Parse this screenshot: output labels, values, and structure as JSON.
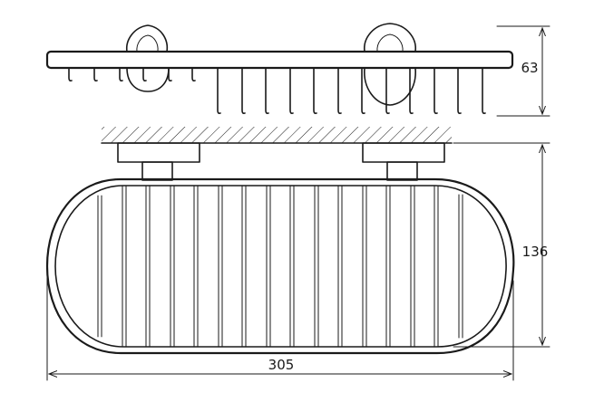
{
  "dimensions": {
    "height": "63",
    "depth": "136",
    "width": "305"
  }
}
